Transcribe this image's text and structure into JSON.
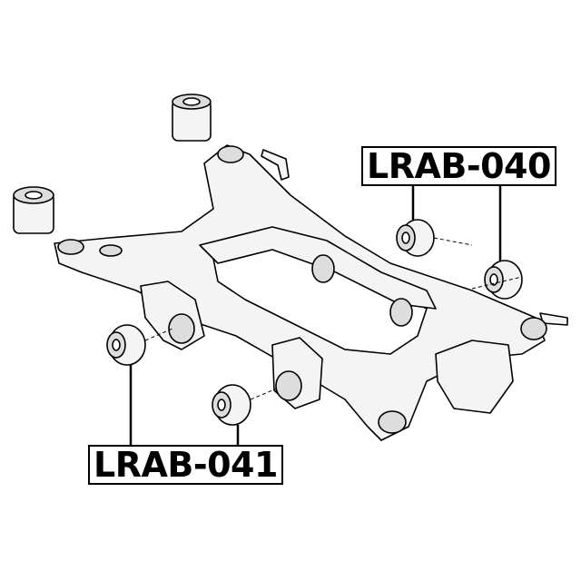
{
  "diagram": {
    "subject": "rear-subframe-with-bushings",
    "labels": [
      {
        "id": "upper-right",
        "text": "LRAB-040"
      },
      {
        "id": "lower-left",
        "text": "LRAB-041"
      }
    ],
    "colors": {
      "line": "#000000",
      "fill": "#f2f2f2",
      "background": "#ffffff"
    }
  }
}
